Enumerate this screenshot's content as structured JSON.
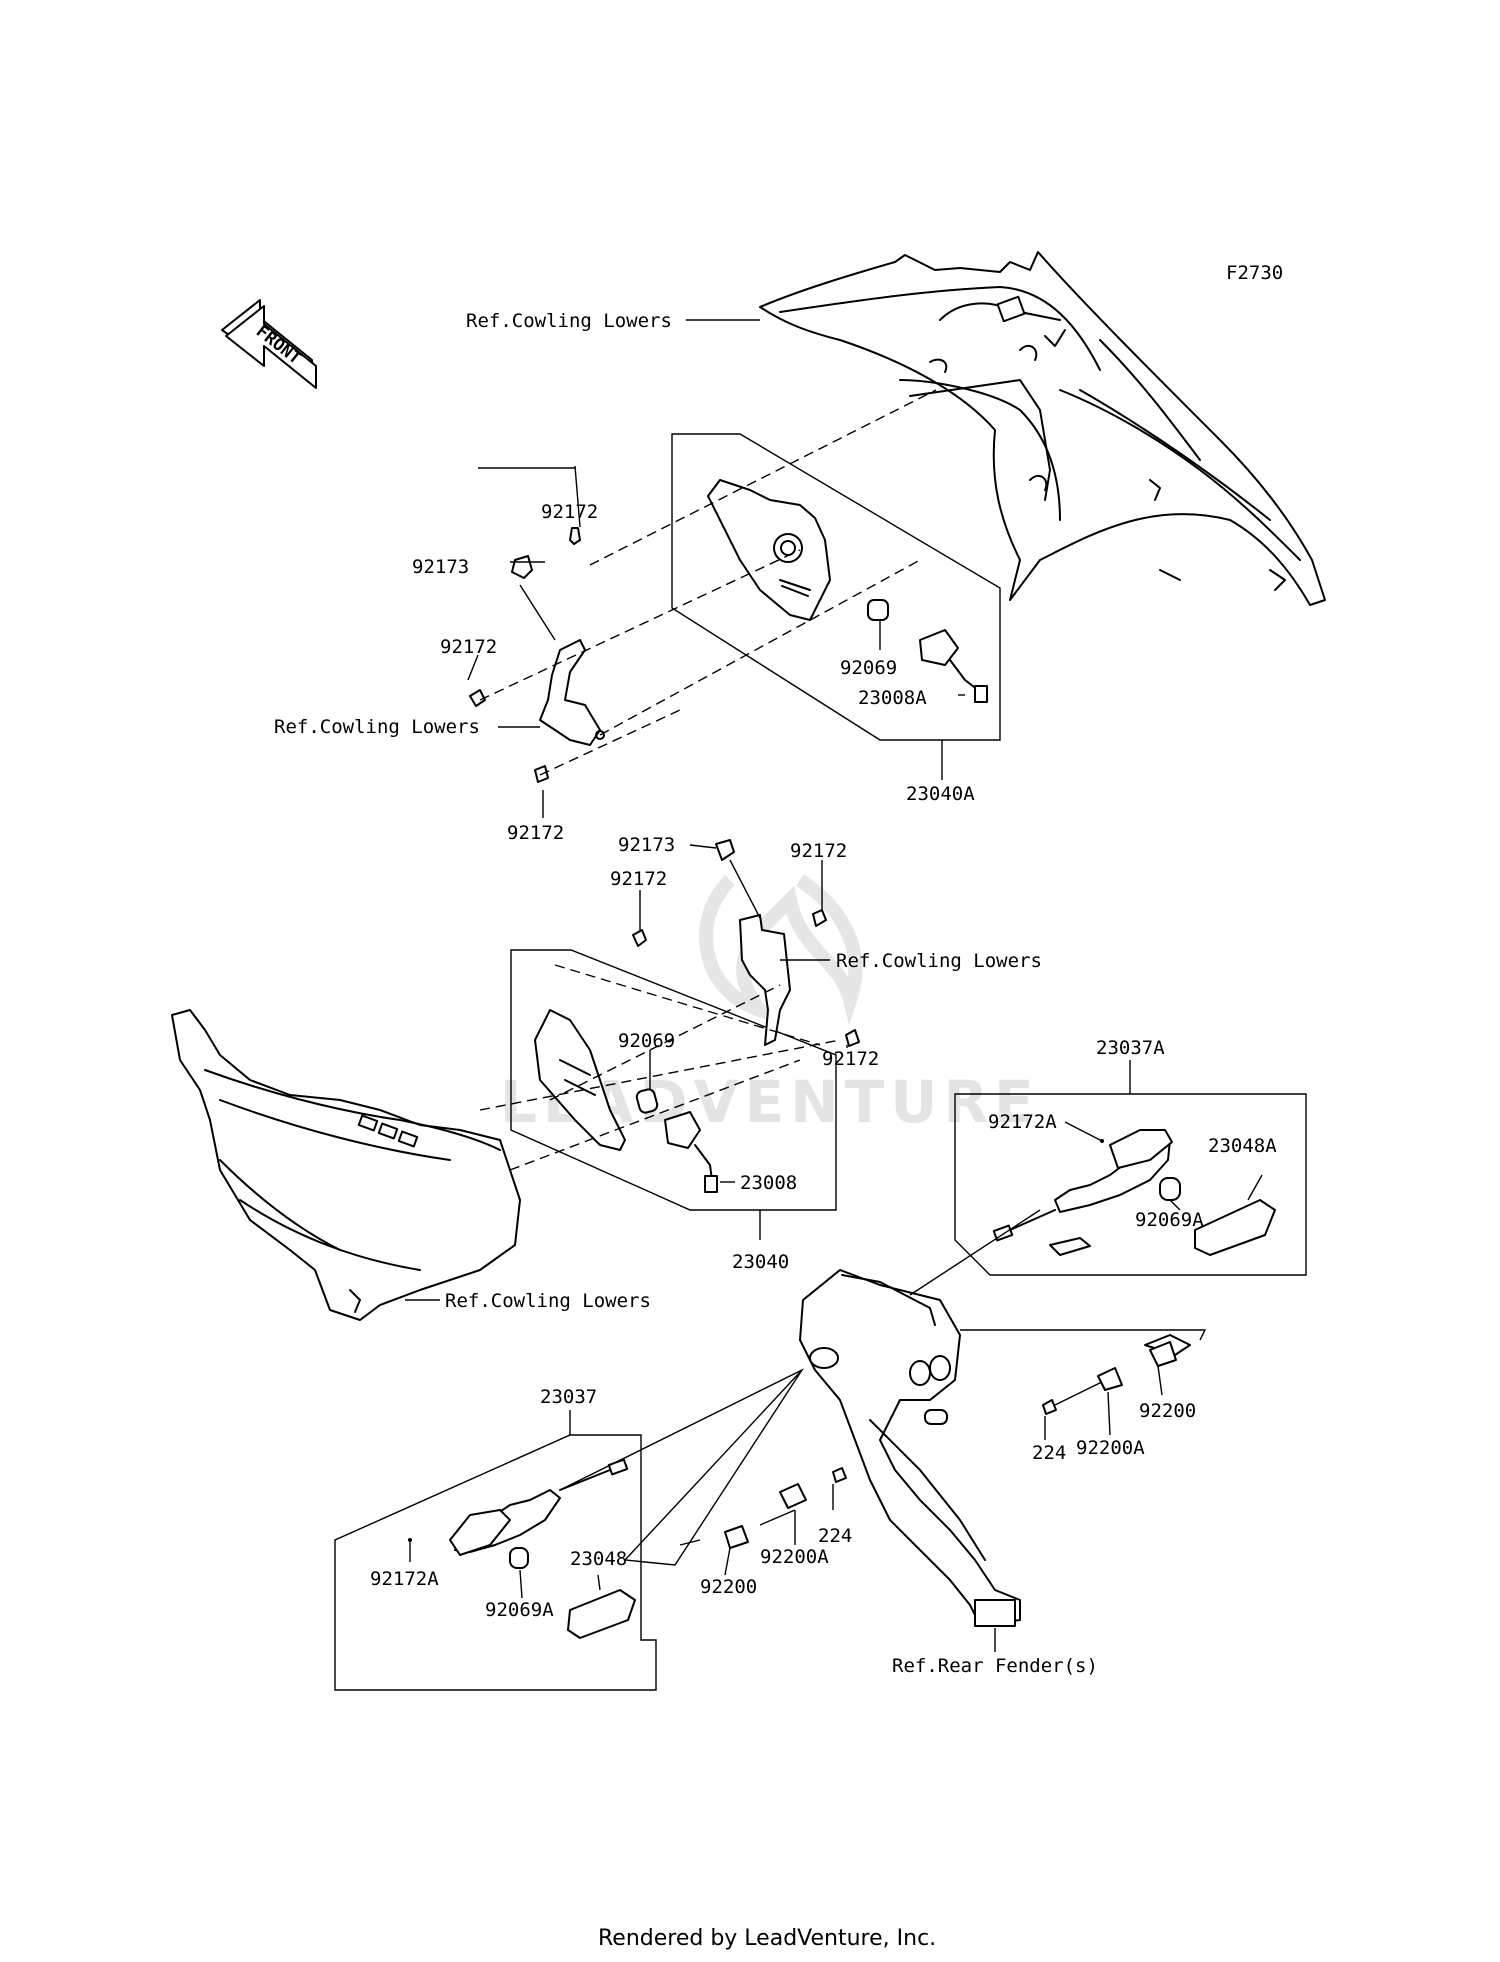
{
  "figure_code": "F2730",
  "front_badge": "FRONT",
  "watermark": "LEADVENTURE",
  "footer": "Rendered by LeadVenture, Inc.",
  "labels": {
    "ref_cowling_lowers_1": "Ref.Cowling Lowers",
    "ref_cowling_lowers_2": "Ref.Cowling Lowers",
    "ref_cowling_lowers_3": "Ref.Cowling Lowers",
    "ref_cowling_lowers_4": "Ref.Cowling Lowers",
    "ref_rear_fenders": "Ref.Rear Fender(s)",
    "p92172_a": "92172",
    "p92173_a": "92173",
    "p92172_b": "92172",
    "p92172_c": "92172",
    "p92069_a": "92069",
    "p23008A": "23008A",
    "p23040A": "23040A",
    "p92173_b": "92173",
    "p92172_d": "92172",
    "p92172_e": "92172",
    "p92172_f": "92172",
    "p92069_b": "92069",
    "p23008": "23008",
    "p23040": "23040",
    "p23037A": "23037A",
    "p92172A_a": "92172A",
    "p23048A": "23048A",
    "p92069A_a": "92069A",
    "p92200_a": "92200",
    "p224_a": "224",
    "p92200A_a": "92200A",
    "p23037": "23037",
    "p224_b": "224",
    "p92200A_b": "92200A",
    "p92200_b": "92200",
    "p23048": "23048",
    "p92172A_b": "92172A",
    "p92069A_b": "92069A"
  }
}
